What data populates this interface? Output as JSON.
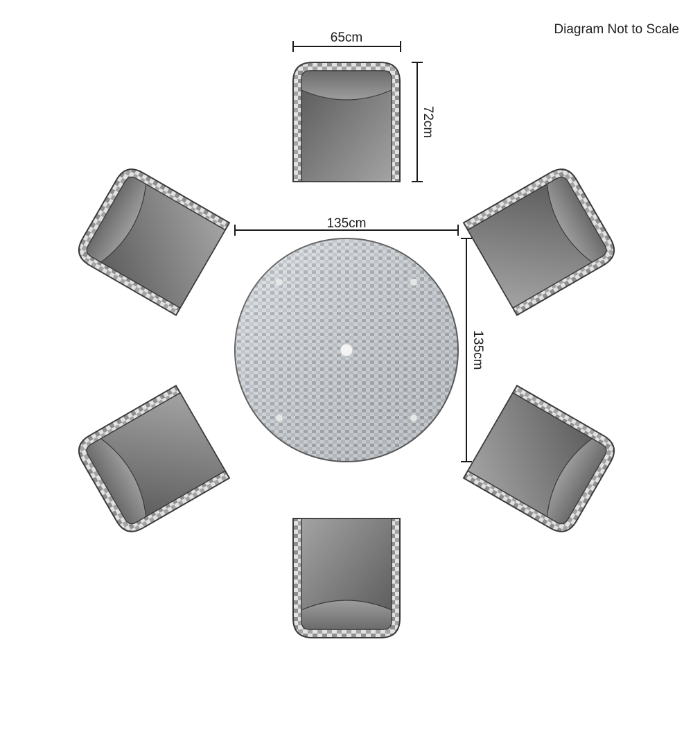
{
  "note": "Diagram Not to Scale",
  "dimensions": {
    "chair_width": "65cm",
    "chair_depth": "72cm",
    "table_width": "135cm",
    "table_depth": "135cm"
  },
  "chairs": [
    {
      "position": "top"
    },
    {
      "position": "upper-left"
    },
    {
      "position": "upper-right"
    },
    {
      "position": "lower-left"
    },
    {
      "position": "lower-right"
    },
    {
      "position": "bottom"
    }
  ],
  "table": {
    "shape": "round",
    "top": "glass over rattan weave",
    "parasol_hole": true
  },
  "colors": {
    "seat_dark": "#5e5e5e",
    "seat_light": "#9a9a9a",
    "weave_light": "#d9d9d9",
    "weave_dark": "#9c9c9c",
    "outline": "#3a3a3a",
    "table_fill": "#b9bec5"
  }
}
